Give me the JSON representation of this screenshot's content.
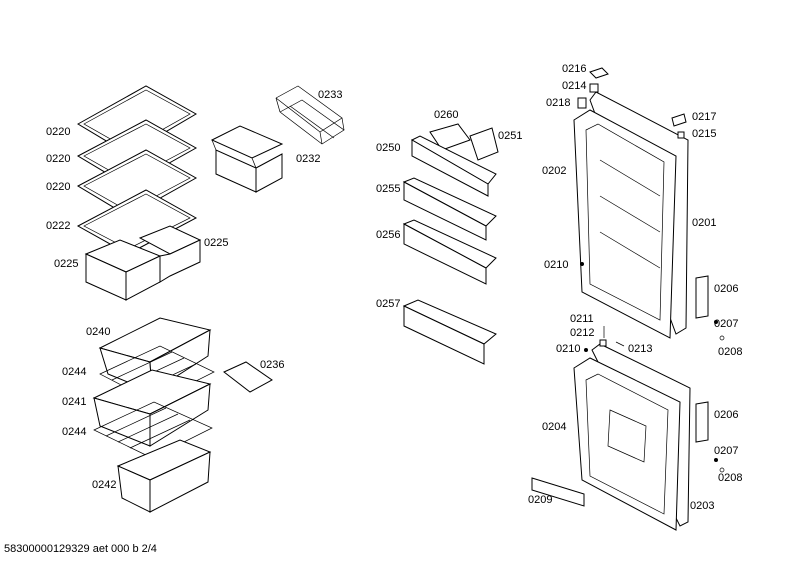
{
  "labels": {
    "p0220": "0220",
    "p0222": "0222",
    "p0225": "0225",
    "p0233": "0233",
    "p0232": "0232",
    "p0240": "0240",
    "p0241": "0241",
    "p0242": "0242",
    "p0244": "0244",
    "p0236": "0236",
    "p0260": "0260",
    "p0251": "0251",
    "p0250": "0250",
    "p0255": "0255",
    "p0256": "0256",
    "p0257": "0257",
    "p0216": "0216",
    "p0214": "0214",
    "p0218": "0218",
    "p0217": "0217",
    "p0215": "0215",
    "p0202": "0202",
    "p0201": "0201",
    "p0210": "0210",
    "p0206": "0206",
    "p0207": "0207",
    "p0208": "0208",
    "p0211": "0211",
    "p0212": "0212",
    "p0213": "0213",
    "p0204": "0204",
    "p0209": "0209",
    "p0203": "0203"
  },
  "footer": "58300000129329 aet 000 b 2/4"
}
